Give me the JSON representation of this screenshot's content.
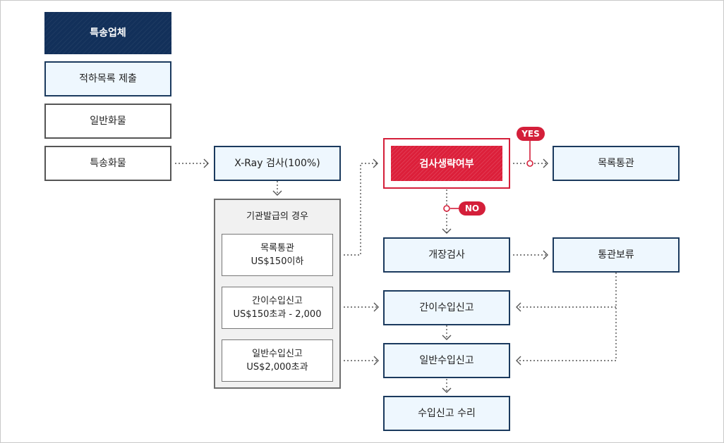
{
  "nodes": {
    "courier": "특송업체",
    "manifest": "적하목록 제출",
    "general_cargo": "일반화물",
    "express_cargo": "특송화물",
    "xray": "X-Ray 검사(100%)",
    "institution_panel": {
      "title": "기관발급의 경우",
      "list_clearance": {
        "line1": "목록통관",
        "line2": "US$150이하"
      },
      "simple_import": {
        "line1": "간이수입신고",
        "line2": "US$150초과 - 2,000"
      },
      "general_import": {
        "line1": "일반수입신고",
        "line2": "US$2,000초과"
      }
    },
    "inspection_skip": "검사생략여부",
    "list_clearance_result": "목록통관",
    "unpacking_inspection": "개장검사",
    "clearance_hold": "통관보류",
    "simple_import_decl": "간이수입신고",
    "general_import_decl": "일반수입신고",
    "import_accepted": "수입신고 수리"
  },
  "tags": {
    "yes": "YES",
    "no": "NO"
  },
  "colors": {
    "navy": "#12305a",
    "border_dark": "#1b3a5e",
    "fill_light": "#eef7fe",
    "accent_red": "#d41f3a",
    "panel_gray": "#f1f1f1"
  }
}
